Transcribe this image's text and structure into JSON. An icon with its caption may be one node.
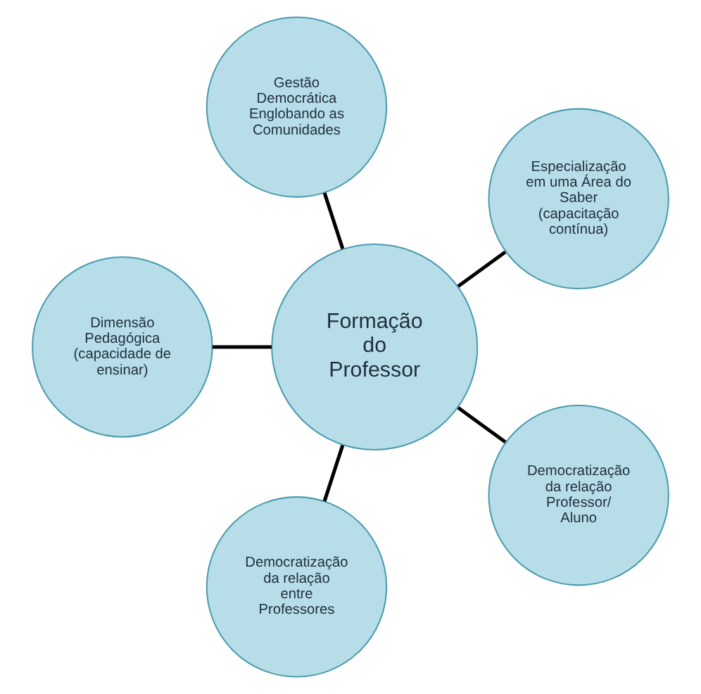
{
  "diagram": {
    "nodes": [
      {
        "text": [
          "Especialização em uma Área do Saber (capacitação contínua)"
        ]
      },
      {
        "text": [
          "Gestão Democrática Englobando as Comunidades"
        ]
      },
      {
        "text": [
          "Formação do Professor"
        ]
      },
      {
        "text": [
          "Dimensão Pedagógica (capacidade de ensinar)"
        ]
      },
      {
        "text": [
          "Democratização da relação entre Professores"
        ]
      },
      {
        "text": [
          "Democratização da relação Professor/ Aluno"
        ]
      }
    ],
    "edges": [
      {
        "from": 2,
        "to": 0,
        "arrow": "none"
      },
      {
        "from": 2,
        "to": 3,
        "arrow": "none"
      },
      {
        "from": 2,
        "to": 5,
        "arrow": "none"
      },
      {
        "from": 2,
        "to": 4,
        "arrow": "none"
      },
      {
        "from": 2,
        "to": 1,
        "arrow": "none"
      }
    ]
  }
}
